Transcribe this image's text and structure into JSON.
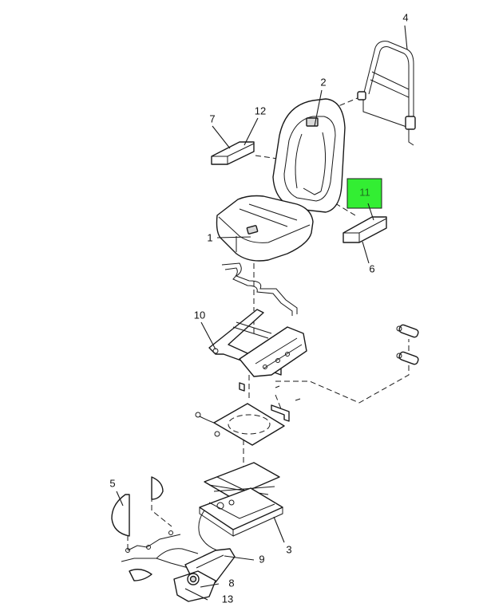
{
  "callouts": {
    "c1": "1",
    "c2": "2",
    "c3": "3",
    "c4": "4",
    "c5": "5",
    "c6": "6",
    "c7": "7",
    "c8": "8",
    "c9": "9",
    "c10": "10",
    "c11": "11",
    "c12": "12",
    "c13": "13"
  },
  "highlight": {
    "part": "11",
    "color": "#33ee33"
  }
}
